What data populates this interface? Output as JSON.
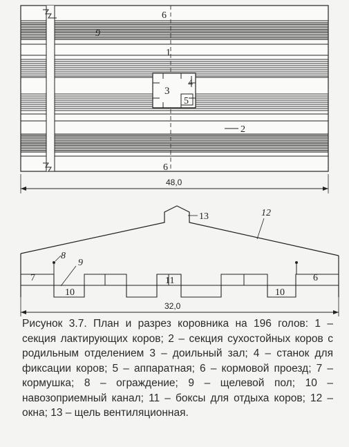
{
  "plan": {
    "labels": [
      "1",
      "2",
      "3",
      "4",
      "5",
      "6",
      "6",
      "9"
    ],
    "dimension": "48,0"
  },
  "section": {
    "labels": [
      "7",
      "8",
      "9",
      "10",
      "11",
      "10",
      "6",
      "12",
      "13"
    ],
    "dimension": "32,0"
  },
  "caption": "Рисунок 3.7. План и разрез коровника на 196 голов: 1 – секция лактирующих коров; 2 – секция сухостойных коров с родильным отделением 3 – доильный зал; 4 – станок для фиксации коров; 5 – аппаратная; 6 – кормовой проезд; 7 – кормушка; 8 – ограждение; 9 – щелевой пол; 10 – навозоприемный канал; 11 – боксы для отдыха коров; 12 – окна; 13 – щель вентиляционная."
}
